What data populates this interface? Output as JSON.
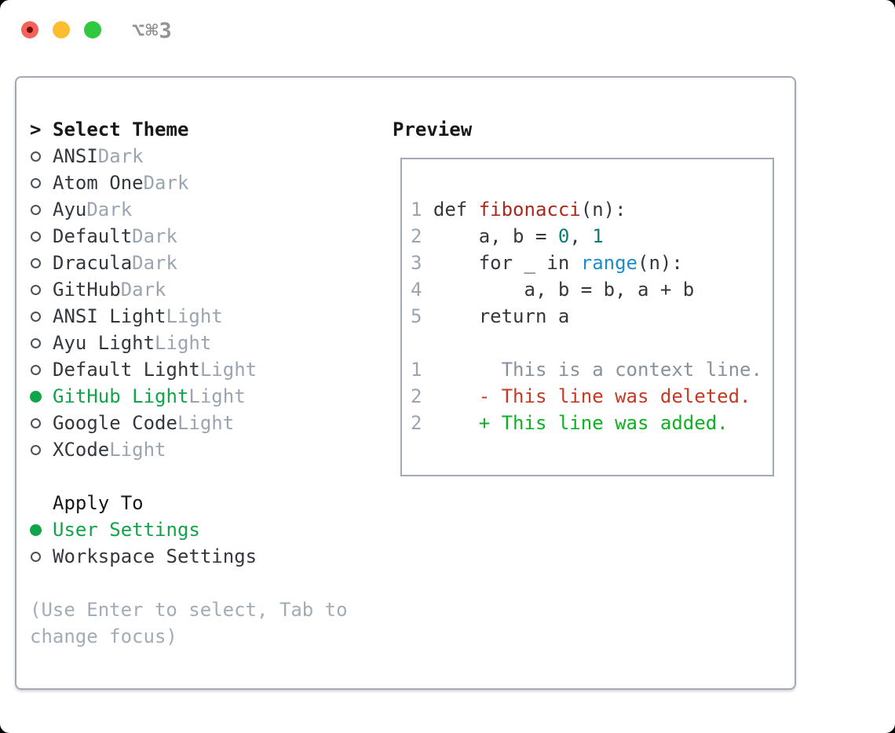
{
  "window": {
    "title": "⌥⌘3"
  },
  "theme_picker": {
    "header_prefix": ">",
    "header": "Select Theme",
    "items": [
      {
        "name": "ANSI",
        "variant": "Dark",
        "selected": false
      },
      {
        "name": "Atom One",
        "variant": "Dark",
        "selected": false
      },
      {
        "name": "Ayu",
        "variant": "Dark",
        "selected": false
      },
      {
        "name": "Default",
        "variant": "Dark",
        "selected": false
      },
      {
        "name": "Dracula",
        "variant": "Dark",
        "selected": false
      },
      {
        "name": "GitHub",
        "variant": "Dark",
        "selected": false
      },
      {
        "name": "ANSI Light",
        "variant": "Light",
        "selected": false
      },
      {
        "name": "Ayu Light",
        "variant": "Light",
        "selected": false
      },
      {
        "name": "Default Light",
        "variant": "Light",
        "selected": false
      },
      {
        "name": "GitHub Light",
        "variant": "Light",
        "selected": true
      },
      {
        "name": "Google Code",
        "variant": "Light",
        "selected": false
      },
      {
        "name": "XCode",
        "variant": "Light",
        "selected": false
      }
    ]
  },
  "apply_to": {
    "header": "Apply To",
    "options": [
      {
        "label": "User Settings",
        "selected": true
      },
      {
        "label": "Workspace Settings",
        "selected": false
      }
    ]
  },
  "hint": "(Use Enter to select, Tab to change focus)",
  "preview": {
    "header": "Preview",
    "lines": [
      [
        {
          "t": "1 ",
          "c": "ln"
        },
        {
          "t": "def ",
          "c": "code"
        },
        {
          "t": "fibonacci",
          "c": "func"
        },
        {
          "t": "(n):",
          "c": "code"
        }
      ],
      [
        {
          "t": "2 ",
          "c": "ln"
        },
        {
          "t": "    a, b = ",
          "c": "code"
        },
        {
          "t": "0",
          "c": "num"
        },
        {
          "t": ", ",
          "c": "code"
        },
        {
          "t": "1",
          "c": "num"
        }
      ],
      [
        {
          "t": "3 ",
          "c": "ln"
        },
        {
          "t": "    for _ in ",
          "c": "code"
        },
        {
          "t": "range",
          "c": "call"
        },
        {
          "t": "(n):",
          "c": "code"
        }
      ],
      [
        {
          "t": "4 ",
          "c": "ln"
        },
        {
          "t": "        a, b = b, a + b",
          "c": "code"
        }
      ],
      [
        {
          "t": "5 ",
          "c": "ln"
        },
        {
          "t": "    return a",
          "c": "code"
        }
      ],
      [],
      [
        {
          "t": "1 ",
          "c": "ln"
        },
        {
          "t": "      This is a context line.",
          "c": "ctx"
        }
      ],
      [
        {
          "t": "2 ",
          "c": "ln"
        },
        {
          "t": "    - This line was deleted.",
          "c": "del"
        }
      ],
      [
        {
          "t": "2 ",
          "c": "ln"
        },
        {
          "t": "    + This line was added.",
          "c": "add"
        }
      ]
    ]
  },
  "colors": {
    "accent_green": "#12a44a",
    "added_green": "#0db222",
    "deleted_red": "#c43a22",
    "function_red": "#a92a1d",
    "number_teal": "#0e7e73",
    "call_blue": "#1d8bd1",
    "muted_gray": "#9aa5b1",
    "hint_gray": "#a2acb7",
    "context_gray": "#87929c",
    "text_dark": "#33383f",
    "heading_black": "#16181b",
    "border_gray": "#a2abb5",
    "titlebar_title_gray": "#919396",
    "traffic_red": "#f4635b",
    "traffic_yellow": "#fcbd2e",
    "traffic_green": "#2fc840"
  }
}
